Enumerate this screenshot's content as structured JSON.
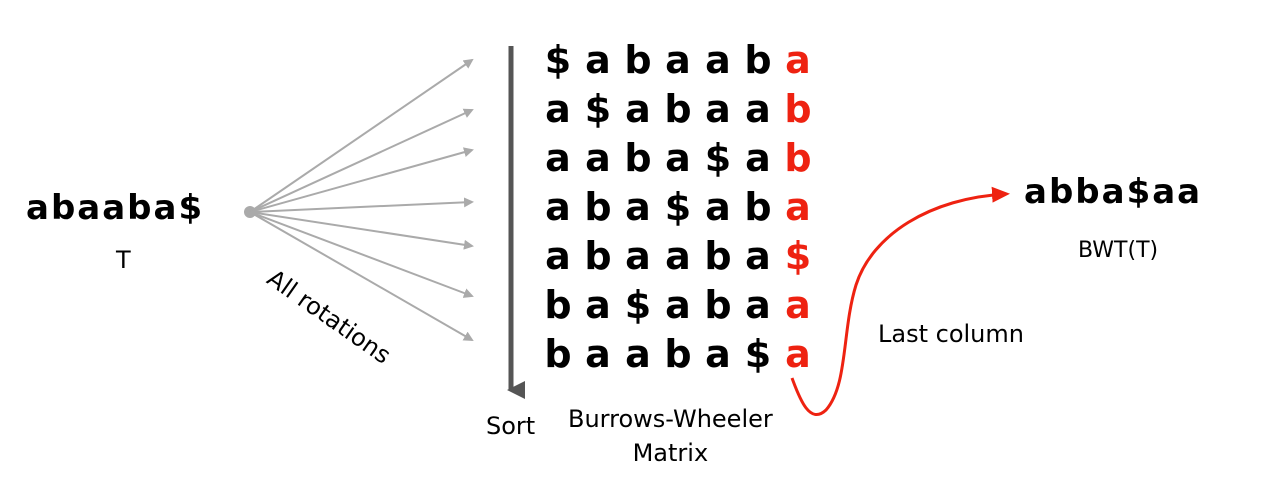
{
  "input": {
    "text": "abaaba$",
    "label": "T"
  },
  "rotations_label": "All rotations",
  "sort_label": "Sort",
  "matrix": {
    "label_line1": "Burrows-Wheeler",
    "label_line2": "Matrix",
    "rows": [
      [
        "$",
        "a",
        "b",
        "a",
        "a",
        "b",
        "a"
      ],
      [
        "a",
        "$",
        "a",
        "b",
        "a",
        "a",
        "b"
      ],
      [
        "a",
        "a",
        "b",
        "a",
        "$",
        "a",
        "b"
      ],
      [
        "a",
        "b",
        "a",
        "$",
        "a",
        "b",
        "a"
      ],
      [
        "a",
        "b",
        "a",
        "a",
        "b",
        "a",
        "$"
      ],
      [
        "b",
        "a",
        "$",
        "a",
        "b",
        "a",
        "a"
      ],
      [
        "b",
        "a",
        "a",
        "b",
        "a",
        "$",
        "a"
      ]
    ]
  },
  "last_column_label": "Last column",
  "output": {
    "text": "abba$aa",
    "label": "BWT(T)"
  },
  "colors": {
    "highlight": "#ee2211",
    "arrow": "#aaaaaa",
    "sort_arrow": "#555555"
  }
}
